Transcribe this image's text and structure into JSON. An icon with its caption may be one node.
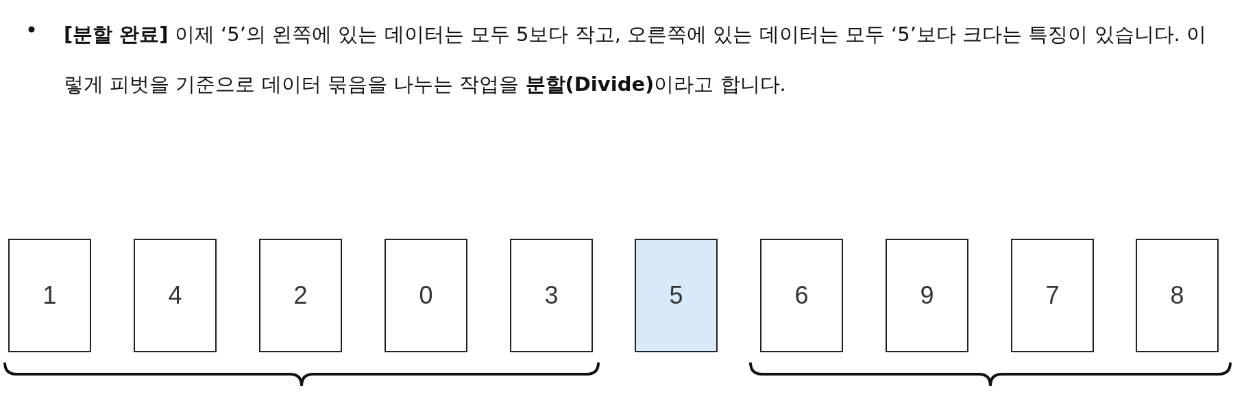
{
  "diagram": {
    "nodes": [
      {
        "text": [
          "1"
        ]
      },
      {
        "text": [
          "4"
        ]
      },
      {
        "text": [
          "2"
        ]
      },
      {
        "text": [
          "0"
        ]
      },
      {
        "text": [
          "3"
        ]
      },
      {
        "text": [
          "5"
        ]
      },
      {
        "text": [
          "6"
        ]
      },
      {
        "text": [
          "9"
        ]
      },
      {
        "text": [
          "7"
        ]
      },
      {
        "text": [
          "8"
        ]
      }
    ],
    "edges": [],
    "labels": [
      "**[분할 완료]** 이제 ‘5’의 왼쪽에 있는 데이터는 모두 5보다 작고, 오른쪽에 있는 데이터는 모두 ‘5’보다 크다는 특징이 있습니다. 이렇게 피벗을 기준으로 데이터 묶음을 나누는 작업을 **분할(Divide)**이라고 합니다."
    ]
  }
}
